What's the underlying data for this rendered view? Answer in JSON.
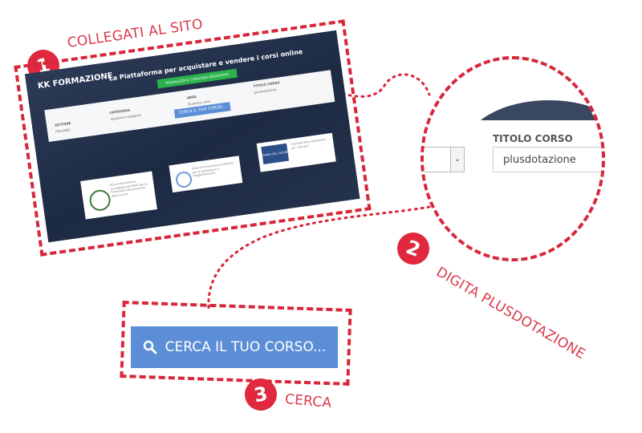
{
  "steps": [
    {
      "number": "1",
      "label": "COLLEGATI AL SITO"
    },
    {
      "number": "2",
      "label": "DIGITA PLUSDOTAZIONE"
    },
    {
      "number": "3",
      "label": "CERCA"
    }
  ],
  "screenshot": {
    "logo": "KK FORMAZIONE",
    "tagline": "La Piattaforma per acquistare e vendere i corsi online",
    "catalog_button": "VISUALIZZA IL CATALOGO EDUCATIVO",
    "fields": {
      "settore_label": "SETTORE",
      "settore_value": "ITALIANO",
      "categoria_label": "CATEGORIA",
      "categoria_value": "Qualsiasi categoria",
      "area_label": "AREA",
      "area_value": "Qualsiasi area",
      "titolo_label": "TITOLO CORSO",
      "titolo_value": "plusdotazione"
    },
    "search_button": "CERCA IL TUO CORSO...",
    "cards": [
      "Ente di formazione accreditato dal MIUR per la formazione del personale della Scuola",
      "Ente di formazione accreditato per la formazione e l'aggiornamento",
      "Il portale della formazione per i Docenti"
    ],
    "card_logo": "CARTA DEL DOCENTE"
  },
  "zoom": {
    "field_label": "TITOLO CORSO",
    "field_value": "plusdotazione"
  },
  "big_button": {
    "label": "CERCA IL TUO CORSO...",
    "icon": "search-icon"
  },
  "colors": {
    "accent_red": "#d8263a",
    "button_blue": "#5b8ed6",
    "green": "#2bb24c"
  }
}
